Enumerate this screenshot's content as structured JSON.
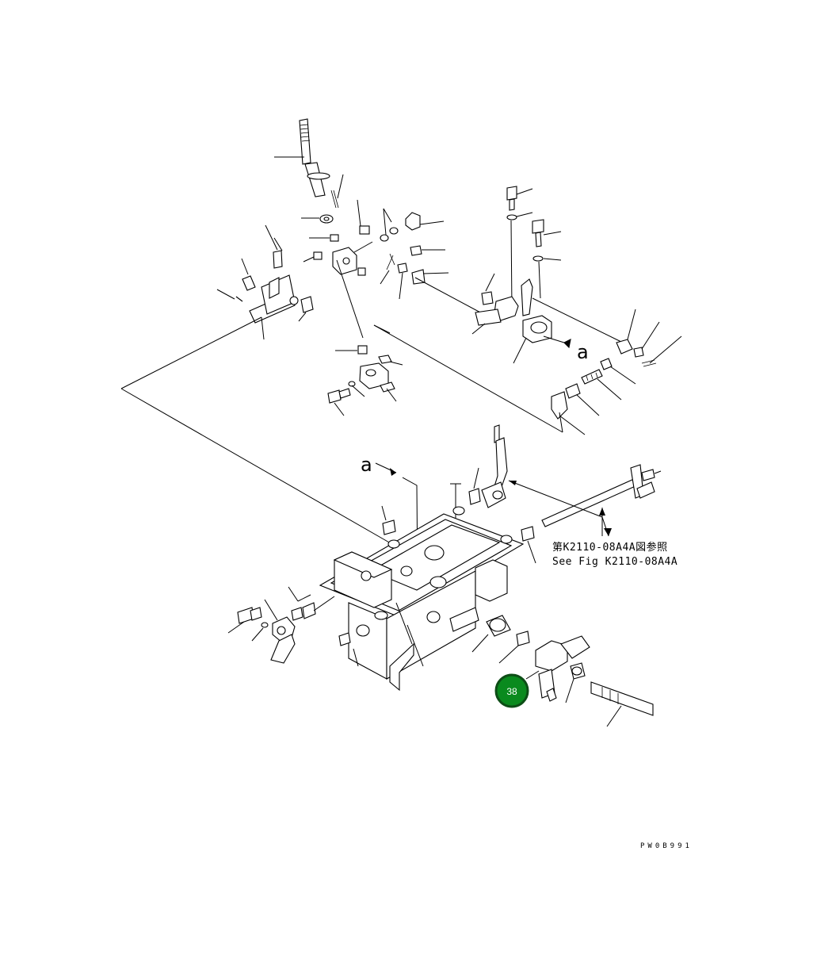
{
  "callout": {
    "number": "38",
    "fill": "#0a8a1e",
    "ring": "#0d4d16"
  },
  "view_labels": {
    "top": "a",
    "middle": "a"
  },
  "reference": {
    "line_ja": "第K2110-08A4A図参照",
    "line_en": "See Fig K2110-08A4A"
  },
  "drawing_code": "PW0B991"
}
